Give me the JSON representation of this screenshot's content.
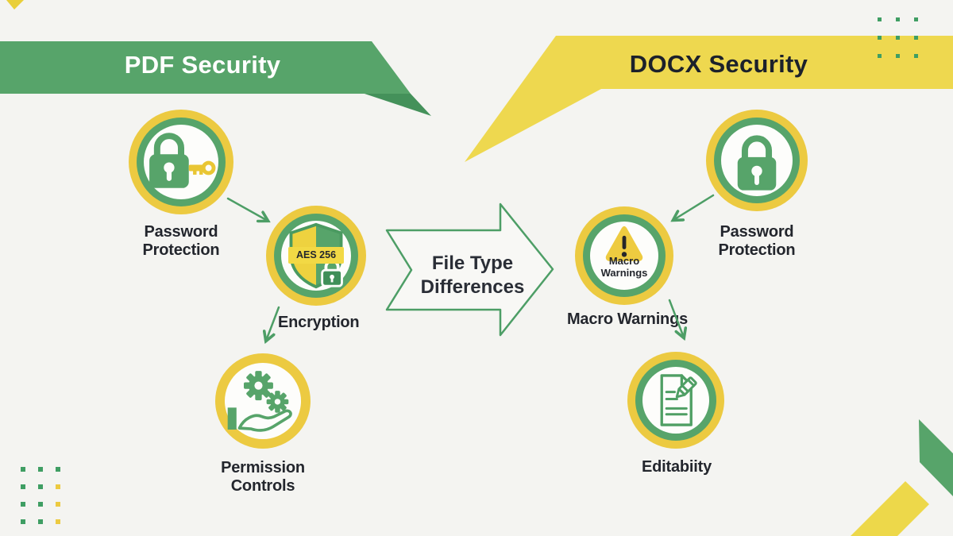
{
  "banners": {
    "pdf": "PDF Security",
    "docx": "DOCX Security"
  },
  "center_arrow": {
    "label": "File Type Differences"
  },
  "pdf_items": {
    "password_protection": {
      "label": "Password Protection",
      "icon": "lock-with-key-icon"
    },
    "encryption": {
      "label": "Encryption",
      "badge": "AES 256",
      "icon": "shield-lock-icon"
    },
    "permission_controls": {
      "label": "Permission Controls",
      "icon": "gears-on-hand-icon"
    }
  },
  "docx_items": {
    "macro_warnings": {
      "label": "Macro Warnings",
      "icon_caption": "Macro Warnings",
      "icon": "warning-triangle-icon"
    },
    "password_protection": {
      "label": "Password Protection",
      "icon": "lock-icon"
    },
    "editability": {
      "label": "Editabiity",
      "icon": "document-pencil-icon"
    }
  },
  "colors": {
    "green": "#57a46a",
    "green_dark": "#44915a",
    "yellow_banner": "#eed84f",
    "gold_ring": "#ecca41",
    "dark_text": "#23262d",
    "background": "#f4f4f1"
  }
}
